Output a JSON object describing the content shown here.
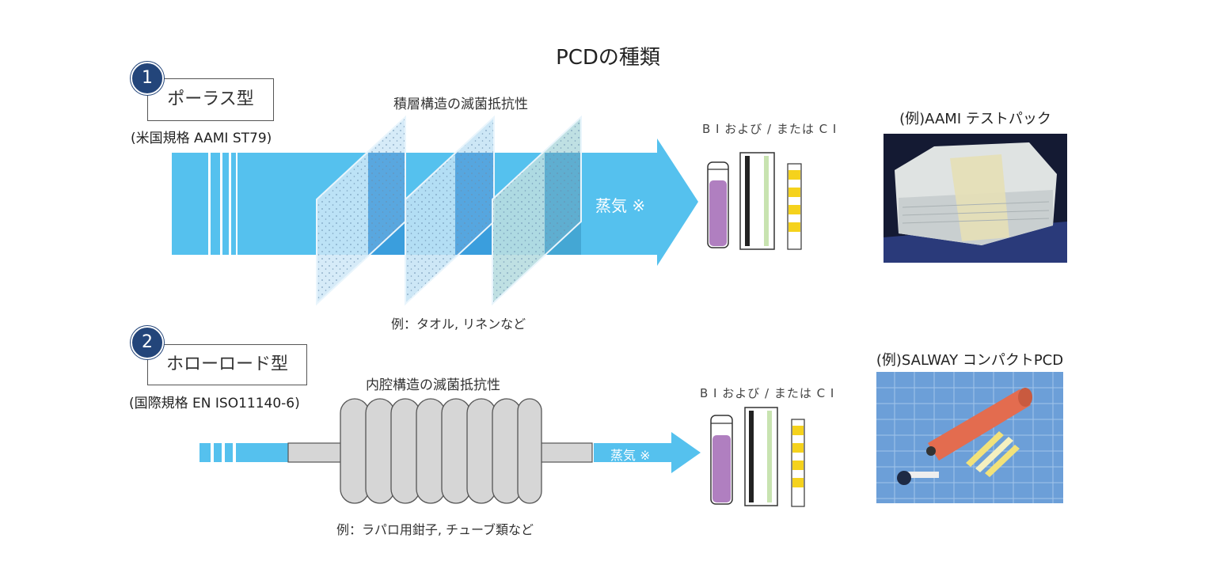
{
  "title": "PCDの種類",
  "section1": {
    "number": "1",
    "type_label": "ポーラス型",
    "standard": "(米国規格 AAMI ST79)",
    "structure_caption": "積層構造の滅菌抵抗性",
    "steam_label": "蒸気 ※",
    "example_caption": "例：タオル, リネンなど",
    "indicator_label": "B I および / または C I",
    "photo_caption": "(例)AAMI テストパック"
  },
  "section2": {
    "number": "2",
    "type_label": "ホローロード型",
    "standard": "(国際規格 EN ISO11140-6)",
    "structure_caption": "内腔構造の滅菌抵抗性",
    "steam_label": "蒸気 ※",
    "example_caption": "例：ラパロ用鉗子, チューブ類など",
    "indicator_label": "B I および / または C I",
    "photo_caption": "(例)SALWAY コンパクトPCD"
  },
  "colors": {
    "steam_blue": "#55c1ee",
    "badge_navy": "#23457a",
    "vial_purple": "#b07fc0",
    "strip_yellow": "#f5d21c",
    "coil_gray": "#d6d6d6"
  }
}
